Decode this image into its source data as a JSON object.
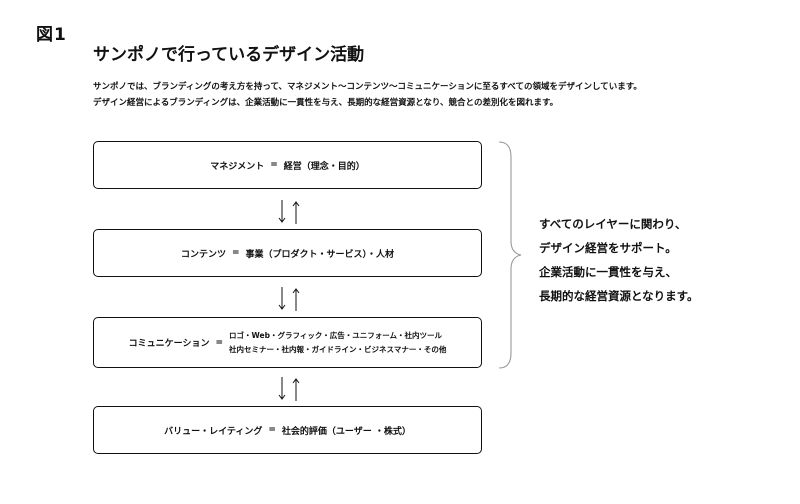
{
  "figure_label": "図1",
  "title": "サンポノで行っているデザイン活動",
  "description": [
    "サンポノでは、ブランディングの考え方を持って、マネジメント〜コンテンツ〜コミュニケーションに至るすべての領域をデザインしています。",
    "デザイン経営によるブランディングは、企業活動に一貫性を与え、長期的な経営資源となり、競合との差別化を図れます。"
  ],
  "layers": [
    {
      "name": "マネジメント",
      "equals": "=",
      "detail": "経営（理念・目的）"
    },
    {
      "name": "コンテンツ",
      "equals": "=",
      "detail": "事業（プロダクト・サービス）・人材"
    },
    {
      "name": "コミュニケーション",
      "equals": "=",
      "detail_lines": [
        "ロゴ・Web・グラフィック・広告・ユニフォーム・社内ツール",
        "社内セミナー・社内報・ガイドライン・ビジネスマナー・その他"
      ]
    },
    {
      "name": "バリュー・レイティング",
      "equals": "=",
      "detail": "社会的評価（ユーザー ・株式）"
    }
  ],
  "summary": [
    "すべてのレイヤーに関わり、",
    "デザイン経営をサポート。",
    "企業活動に一貫性を与え、",
    "長期的な経営資源となります。"
  ]
}
